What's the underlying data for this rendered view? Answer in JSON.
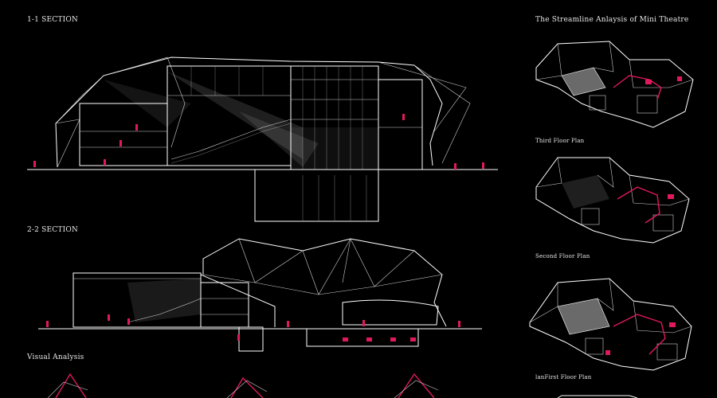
{
  "sections": {
    "section_1_title": "1-1 SECTION",
    "section_2_title": "2-2 SECTION",
    "visual_title": "Visual Analysis"
  },
  "streamline": {
    "title": "The Streamline Anlaysis of Mini Theatre",
    "plans": [
      {
        "label": "Third Floor Plan"
      },
      {
        "label": "Second Floor Plan"
      },
      {
        "label": "lanFirst Floor Plan"
      }
    ]
  },
  "colors": {
    "background": "#000000",
    "line": "#ffffff",
    "accent": "#e01a5a",
    "fill_grey": "#6a6a6a"
  }
}
